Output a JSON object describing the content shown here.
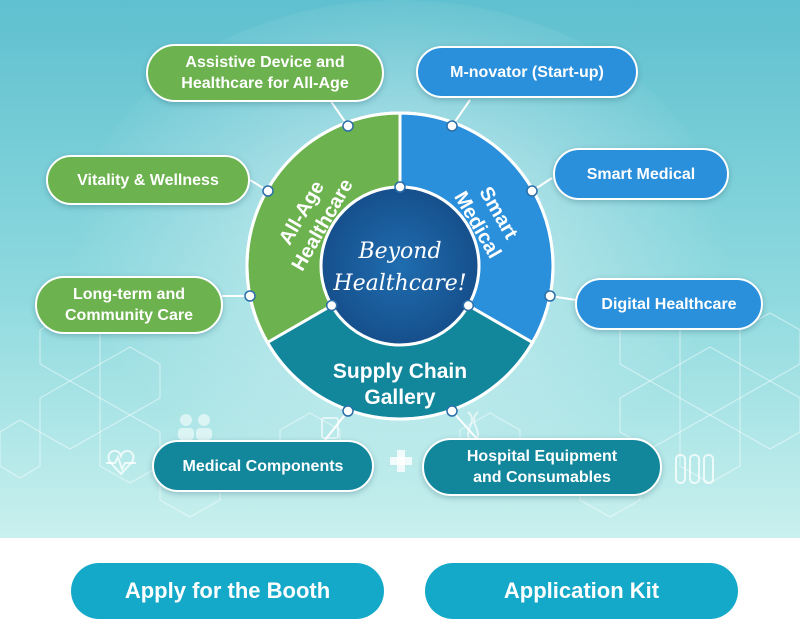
{
  "diagram": {
    "center_line1": "Beyond",
    "center_line2": "Healthcare!",
    "segment_all_age_line1": "All-Age",
    "segment_all_age_line2": "Healthcare",
    "segment_smart_line1": "Smart",
    "segment_smart_line2": "Medical",
    "segment_supply_line1": "Supply Chain",
    "segment_supply_line2": "Gallery"
  },
  "categories": {
    "assistive_line1": "Assistive Device and",
    "assistive_line2": "Healthcare for All-Age",
    "vitality": "Vitality & Wellness",
    "longterm_line1": "Long-term and",
    "longterm_line2": "Community Care",
    "mnovator": "M-novator (Start-up)",
    "smart_medical": "Smart Medical",
    "digital_healthcare": "Digital Healthcare",
    "medical_components": "Medical Components",
    "hospital_line1": "Hospital Equipment",
    "hospital_line2": "and Consumables"
  },
  "buttons": {
    "apply_booth": "Apply for the Booth",
    "application_kit": "Application Kit"
  },
  "colors": {
    "green": "#6cb24e",
    "blue": "#2b90db",
    "teal": "#12879c",
    "center": "#1a5f9e",
    "button": "#15a9c9"
  }
}
